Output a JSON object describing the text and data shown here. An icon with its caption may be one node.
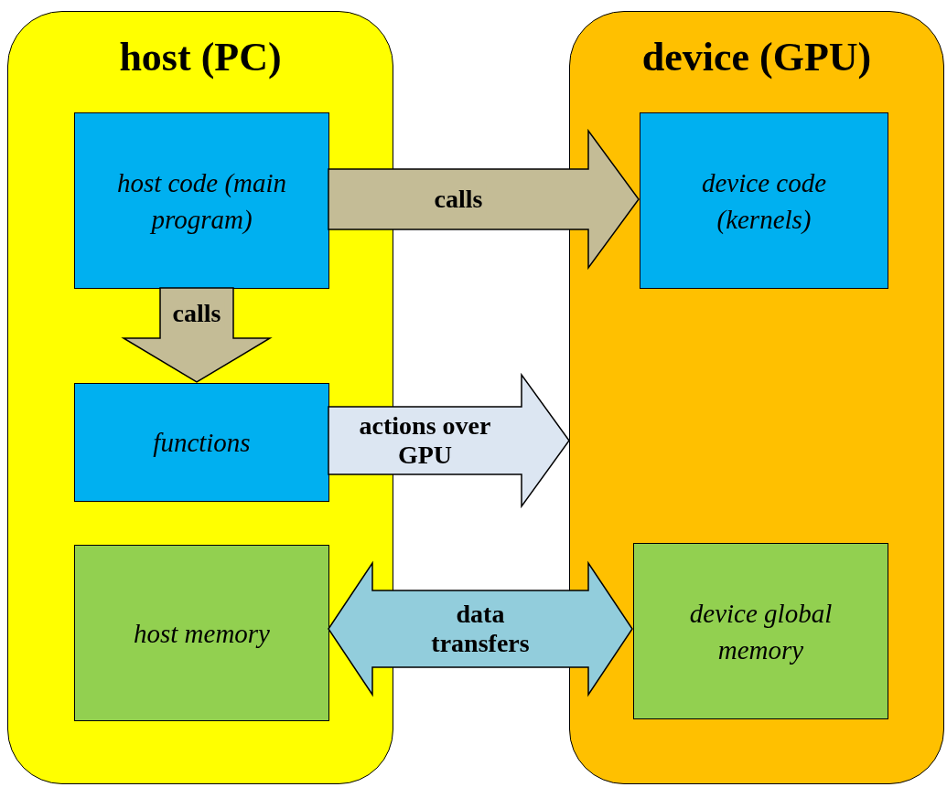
{
  "diagram": {
    "nodes": [
      {
        "text": [
          "host (PC)"
        ]
      },
      {
        "text": [
          "host code (main program)"
        ],
        "in": 0
      },
      {
        "text": [
          "functions"
        ],
        "in": 0
      },
      {
        "text": [
          "host memory"
        ],
        "in": 0
      },
      {
        "text": [
          "device (GPU)"
        ]
      },
      {
        "text": [
          "device code (kernels)"
        ],
        "in": 4
      },
      {
        "text": [
          "device global memory"
        ],
        "in": 4
      }
    ],
    "edges": [
      {
        "from": 1,
        "to": 5,
        "arrow": "to",
        "label": "calls",
        "style": "thick",
        "color": "#c4bc96"
      },
      {
        "from": 1,
        "to": 2,
        "arrow": "to",
        "label": "calls",
        "style": "thick",
        "color": "#c4bc96"
      },
      {
        "from": 2,
        "to": 4,
        "arrow": "to",
        "label": "actions over GPU",
        "style": "thick",
        "color": "#dce6f2"
      },
      {
        "from": 3,
        "to": 6,
        "arrow": "both",
        "label": "data transfers",
        "style": "thick",
        "color": "#92cddc"
      }
    ]
  }
}
